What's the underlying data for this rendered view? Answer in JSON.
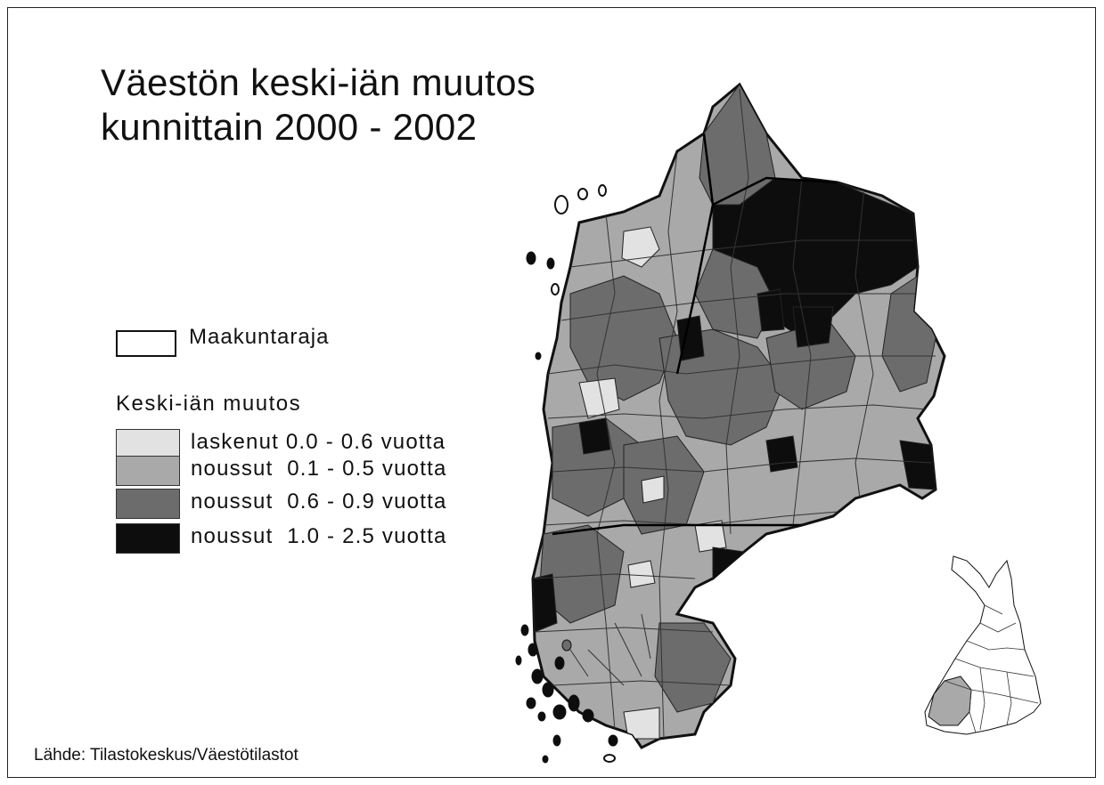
{
  "title": {
    "line1": "Väestön keski-iän muutos",
    "line2": "kunnittain 2000 - 2002"
  },
  "legend": {
    "border_label": "Maakuntaraja",
    "heading": "Keski-iän muutos",
    "classes": [
      {
        "label": "laskenut 0.0 - 0.6 vuotta",
        "color": "#e2e2e2"
      },
      {
        "label": "noussut  0.1 - 0.5 vuotta",
        "color": "#a9a9a9"
      },
      {
        "label": "noussut  0.6 - 0.9 vuotta",
        "color": "#6c6c6c"
      },
      {
        "label": "noussut  1.0 - 2.5 vuotta",
        "color": "#0d0d0d"
      }
    ]
  },
  "source": "Lähde: Tilastokeskus/Väestötilastot"
}
